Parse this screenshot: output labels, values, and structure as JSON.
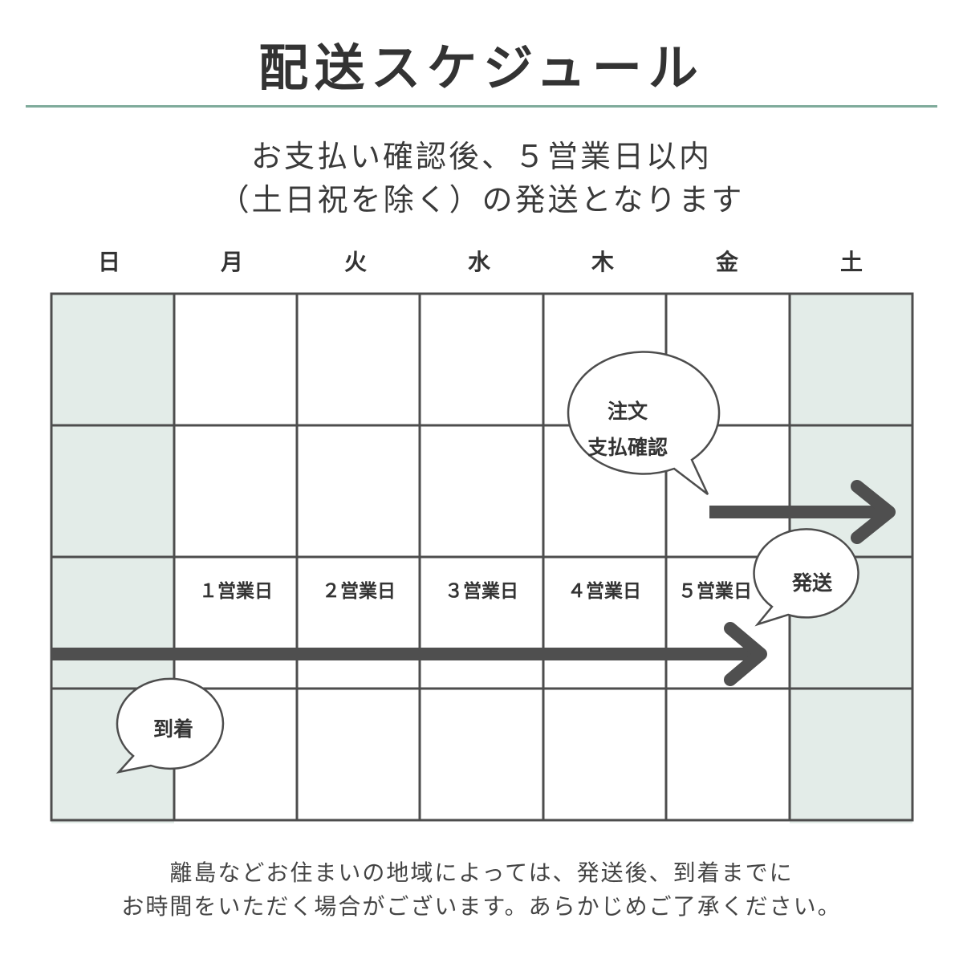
{
  "title": "配送スケジュール",
  "subtitle": {
    "line1": "お支払い確認後、５営業日以内",
    "line2": "（土日祝を除く）の発送となります"
  },
  "weekdays": [
    "日",
    "月",
    "火",
    "水",
    "木",
    "金",
    "土"
  ],
  "business_days": [
    "１営業日",
    "２営業日",
    "３営業日",
    "４営業日",
    "５営業日"
  ],
  "bubbles": {
    "order": {
      "line1": "注文",
      "line2": "支払確認"
    },
    "ship": "発送",
    "arrive": "到着"
  },
  "note": {
    "line1": "離島などお住まいの地域によっては、発送後、到着までに",
    "line2": "お時間をいただく場合がございます。あらかじめご了承ください。"
  },
  "colors": {
    "accent_line": "#7fab9b",
    "weekend_fill": "#e3ece8",
    "grid_stroke": "#4d4d4d",
    "arrow": "#4f4f4f",
    "text": "#333333"
  }
}
